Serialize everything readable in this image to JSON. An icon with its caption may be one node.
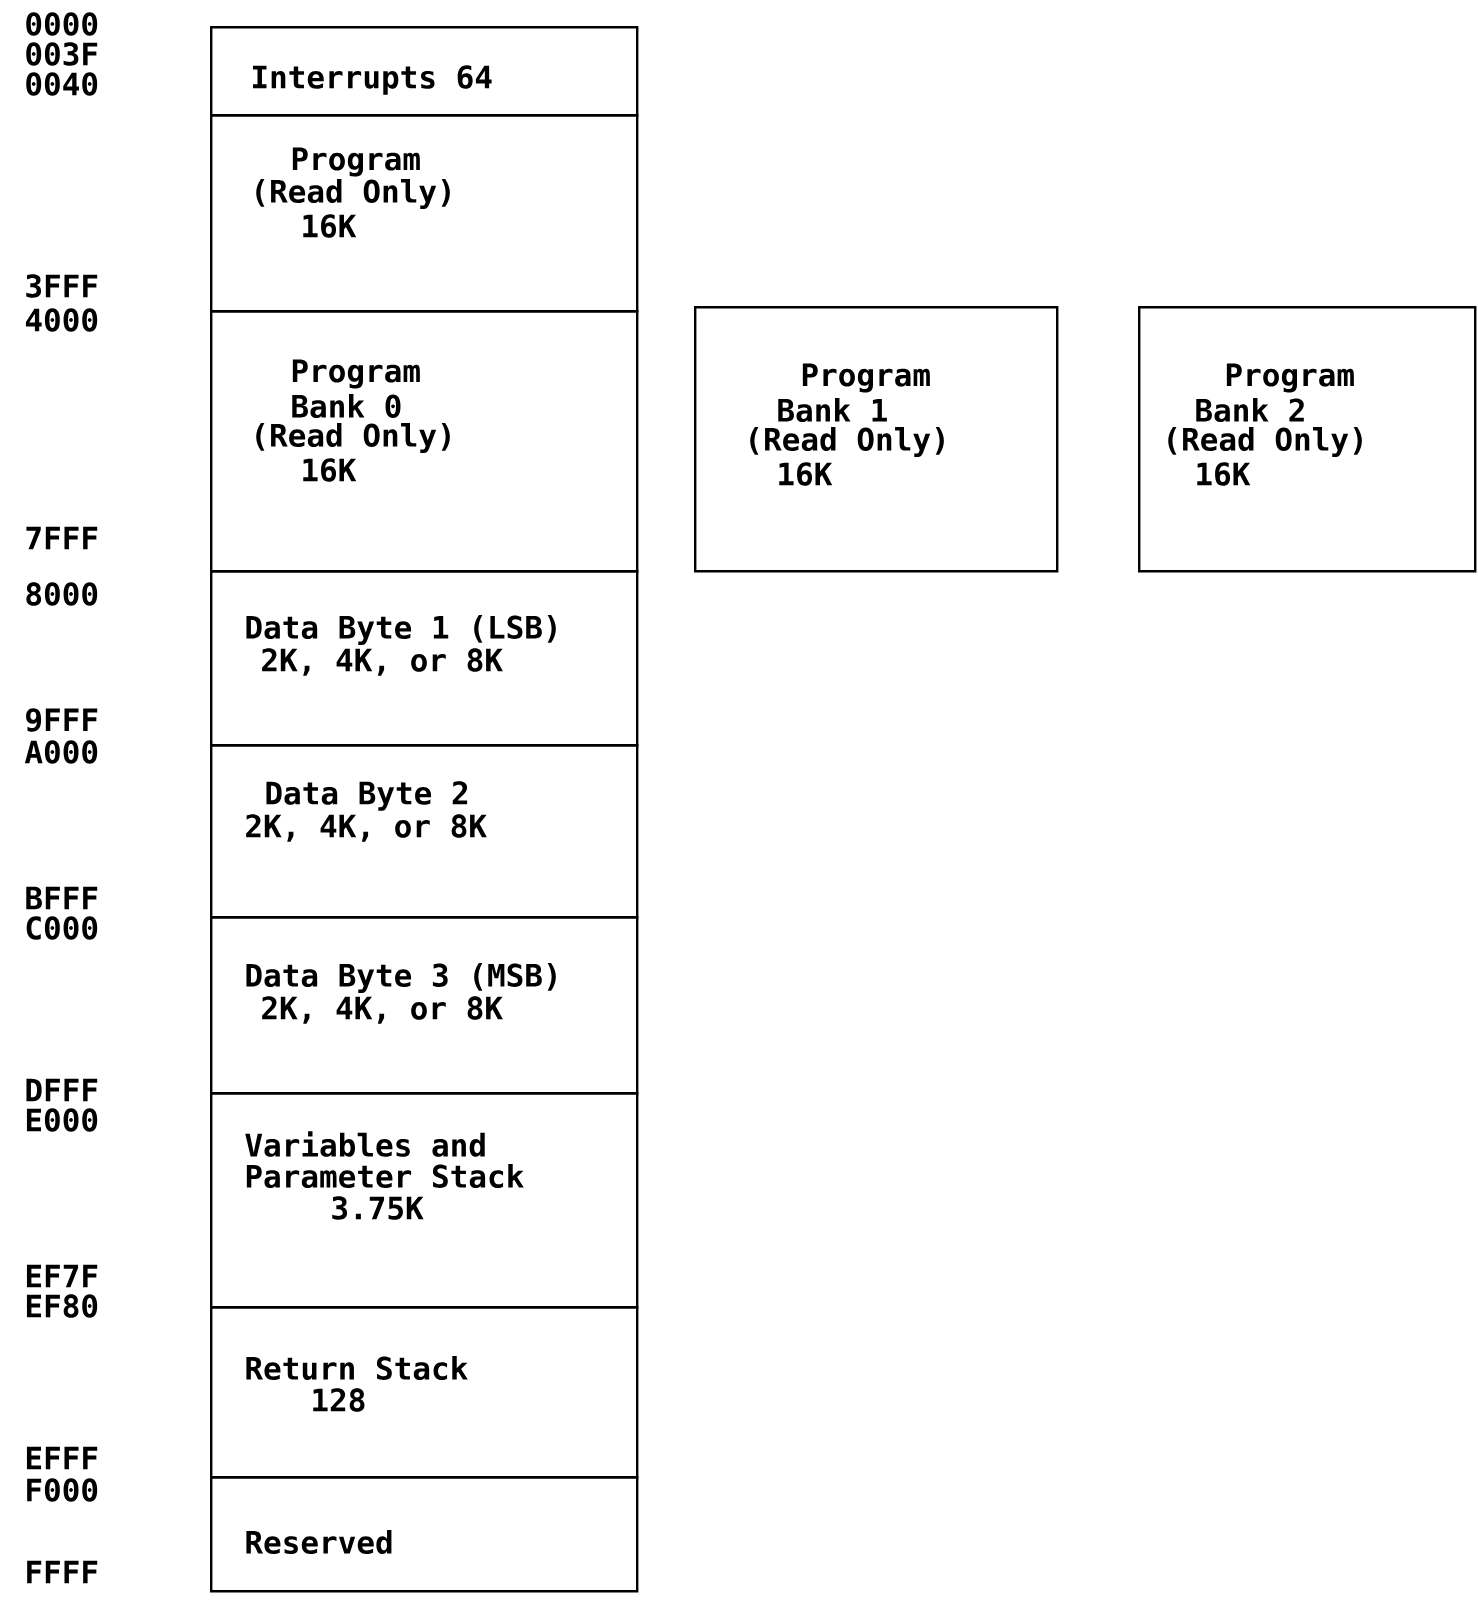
{
  "diagram": {
    "nodes": [
      {
        "text": [
          "Interrupts 64"
        ]
      },
      {
        "text": [
          "Program",
          "(Read Only)",
          "16K"
        ]
      },
      {
        "text": [
          "Program",
          "Bank 0",
          "(Read Only)",
          "16K"
        ]
      },
      {
        "text": [
          "Data Byte 1 (LSB)",
          "2K, 4K, or 8K"
        ]
      },
      {
        "text": [
          "Data Byte 2",
          "2K, 4K, or 8K"
        ]
      },
      {
        "text": [
          "Data Byte 3 (MSB)",
          "2K, 4K, or 8K"
        ]
      },
      {
        "text": [
          "Variables and",
          "Parameter Stack",
          "3.75K"
        ]
      },
      {
        "text": [
          "Return Stack",
          "128"
        ]
      },
      {
        "text": [
          "Reserved"
        ]
      },
      {
        "text": [
          "Program",
          "Bank 1",
          "(Read Only)",
          "16K"
        ]
      },
      {
        "text": [
          "Program",
          "Bank 2",
          "(Read Only)",
          "16K"
        ]
      }
    ],
    "labels": [
      "0000",
      "003F",
      "0040",
      "3FFF",
      "4000",
      "7FFF",
      "8000",
      "9FFF",
      "A000",
      "BFFF",
      "C000",
      "DFFF",
      "E000",
      "EF7F",
      "EF80",
      "EFFF",
      "F000",
      "FFFF"
    ]
  }
}
